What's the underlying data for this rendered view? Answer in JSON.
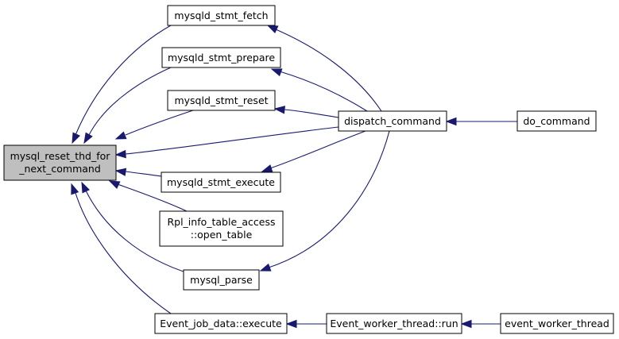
{
  "graph": {
    "nodes": {
      "reset": [
        "mysql_reset_thd_for",
        "_next_command"
      ],
      "fetch": [
        "mysqld_stmt_fetch"
      ],
      "prepare": [
        "mysqld_stmt_prepare"
      ],
      "stmt_reset": [
        "mysqld_stmt_reset"
      ],
      "execute": [
        "mysqld_stmt_execute"
      ],
      "rpl": [
        "Rpl_info_table_access",
        "::open_table"
      ],
      "parse": [
        "mysql_parse"
      ],
      "event_job": [
        "Event_job_data::execute"
      ],
      "dispatch": [
        "dispatch_command"
      ],
      "do_command": [
        "do_command"
      ],
      "worker_run": [
        "Event_worker_thread::run"
      ],
      "worker_thread": [
        "event_worker_thread"
      ]
    },
    "edges": [
      {
        "from": "fetch",
        "to": "reset"
      },
      {
        "from": "prepare",
        "to": "reset"
      },
      {
        "from": "stmt_reset",
        "to": "reset"
      },
      {
        "from": "dispatch",
        "to": "reset"
      },
      {
        "from": "execute",
        "to": "reset"
      },
      {
        "from": "rpl",
        "to": "reset"
      },
      {
        "from": "parse",
        "to": "reset"
      },
      {
        "from": "event_job",
        "to": "reset"
      },
      {
        "from": "dispatch",
        "to": "fetch"
      },
      {
        "from": "dispatch",
        "to": "prepare"
      },
      {
        "from": "dispatch",
        "to": "stmt_reset"
      },
      {
        "from": "dispatch",
        "to": "execute"
      },
      {
        "from": "dispatch",
        "to": "parse"
      },
      {
        "from": "do_command",
        "to": "dispatch"
      },
      {
        "from": "worker_run",
        "to": "event_job"
      },
      {
        "from": "worker_thread",
        "to": "worker_run"
      }
    ],
    "colors": {
      "edge": "#191970",
      "root_fill": "#bfbfbf",
      "node_fill": "#ffffff",
      "border": "#000000"
    }
  }
}
